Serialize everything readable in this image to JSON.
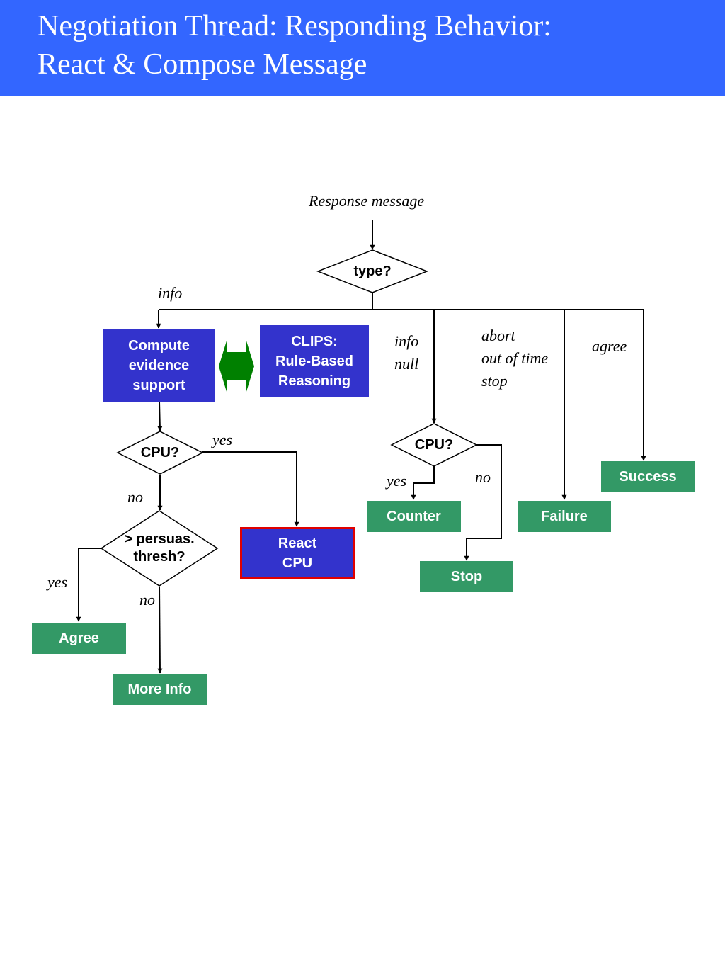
{
  "slide": {
    "title_line1": "Negotiation Thread:  Responding Behavior:",
    "title_line2": "React & Compose Message"
  },
  "colors": {
    "header": "#3366ff",
    "process_box": "#3333cc",
    "terminal_box": "#339966",
    "bidirectional_arrow": "#008000",
    "highlight_border": "#e00000"
  },
  "diagram": {
    "input_label": "Response message",
    "decisions": {
      "type": "type?",
      "cpu_left": "CPU?",
      "threshold": [
        "> persuas.",
        "thresh?"
      ],
      "cpu_right": "CPU?"
    },
    "processes": {
      "compute": [
        "Compute",
        "evidence",
        "support"
      ],
      "clips": [
        "CLIPS:",
        "Rule-Based",
        "Reasoning"
      ],
      "react": [
        "React",
        "CPU"
      ]
    },
    "terminals": {
      "agree": "Agree",
      "more_info": "More Info",
      "counter": "Counter",
      "stop": "Stop",
      "failure": "Failure",
      "success": "Success"
    },
    "edge_labels": {
      "info": "info",
      "info_null": [
        "info",
        "null"
      ],
      "abort_group": [
        "abort",
        "out of time",
        "stop"
      ],
      "agree": "agree",
      "cpu_left_yes": "yes",
      "cpu_left_no": "no",
      "thresh_yes": "yes",
      "thresh_no": "no",
      "cpu_right_yes": "yes",
      "cpu_right_no": "no"
    }
  }
}
